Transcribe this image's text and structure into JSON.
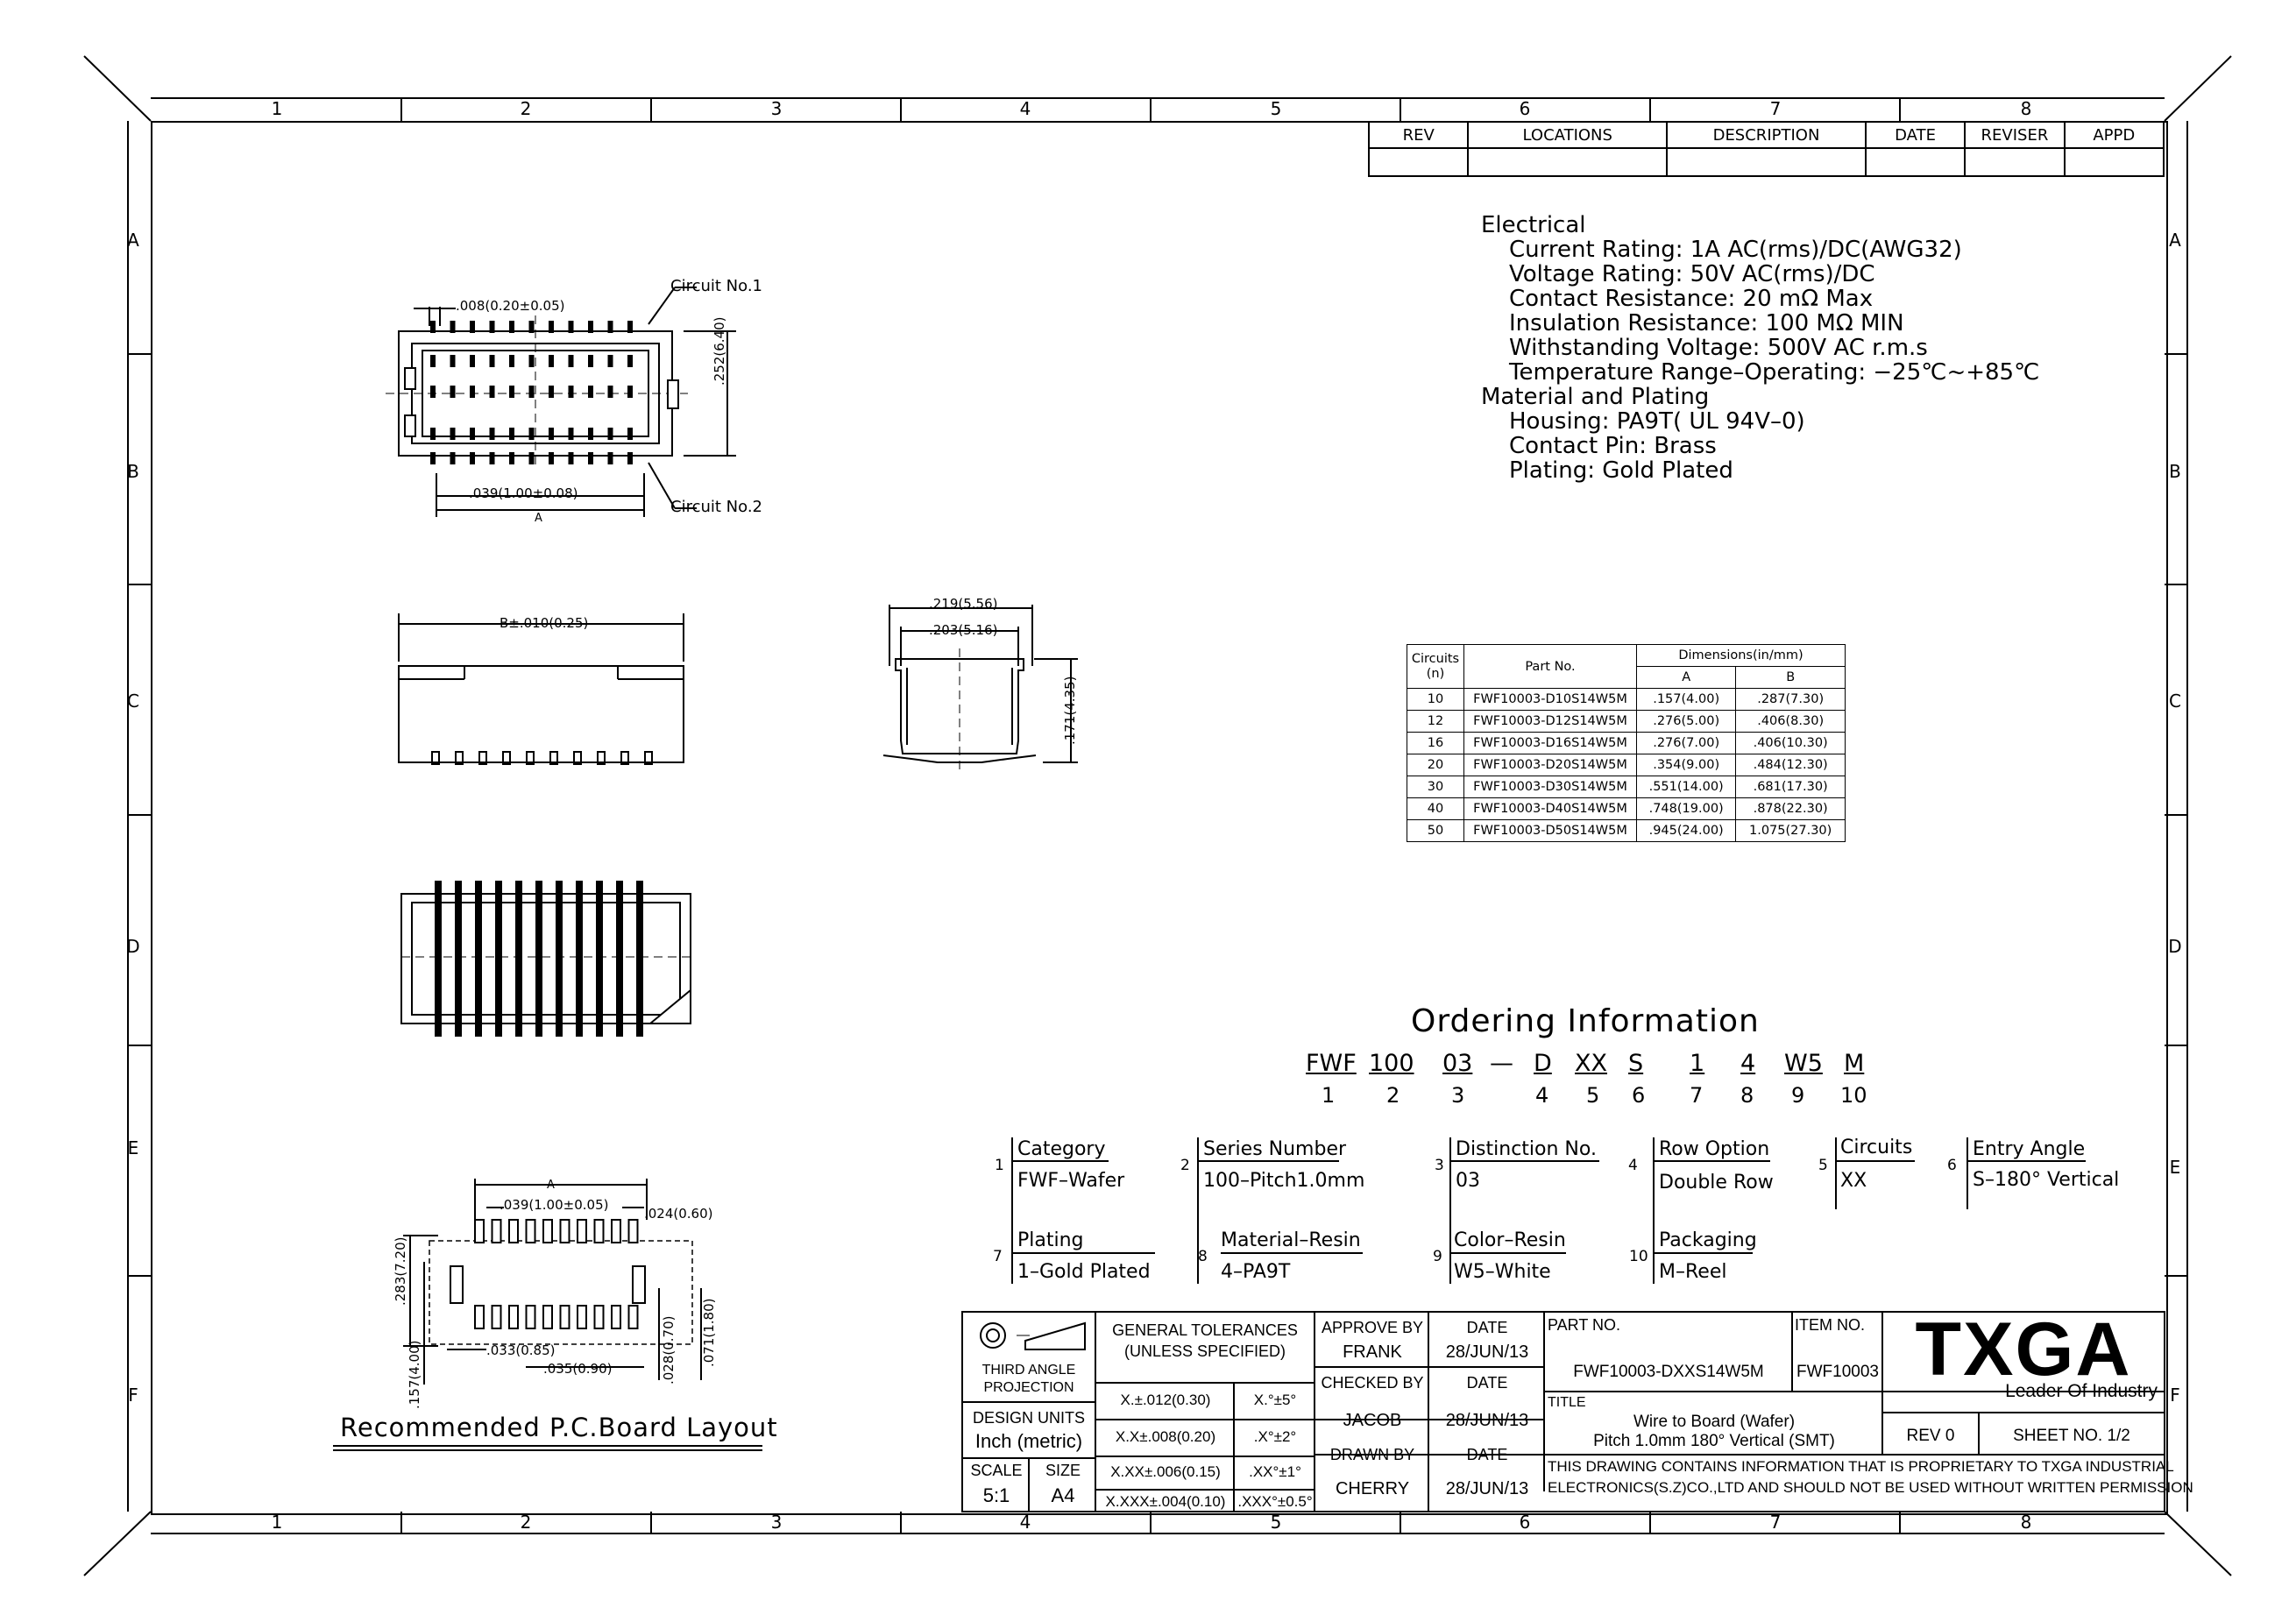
{
  "zones": {
    "columns": [
      "1",
      "2",
      "3",
      "4",
      "5",
      "6",
      "7",
      "8"
    ],
    "rows": [
      "A",
      "B",
      "C",
      "D",
      "E",
      "F"
    ]
  },
  "revision_table": {
    "headers": [
      "REV",
      "LOCATIONS",
      "DESCRIPTION",
      "DATE",
      "REVISER",
      "APPD"
    ]
  },
  "notes": {
    "electrical_title": "Electrical",
    "electrical": [
      "Current Rating: 1A AC(rms)/DC(AWG32)",
      "Voltage Rating: 50V AC(rms)/DC",
      "Contact Resistance: 20 mΩ Max",
      "Insulation Resistance: 100 MΩ MIN",
      "Withstanding Voltage: 500V AC r.m.s",
      "Temperature Range–Operating: −25℃~+85℃"
    ],
    "material_title": "Material and Plating",
    "material": [
      "Housing: PA9T( UL 94V–0)",
      "Contact Pin: Brass",
      "Plating: Gold Plated"
    ]
  },
  "dimension_table": {
    "header_circuits": "Circuits\n(n)",
    "header_part": "Part No.",
    "header_dims": "Dimensions(in/mm)",
    "header_a": "A",
    "header_b": "B",
    "rows": [
      [
        "10",
        "FWF10003-D10S14W5M",
        ".157(4.00)",
        ".287(7.30)"
      ],
      [
        "12",
        "FWF10003-D12S14W5M",
        ".276(5.00)",
        ".406(8.30)"
      ],
      [
        "16",
        "FWF10003-D16S14W5M",
        ".276(7.00)",
        ".406(10.30)"
      ],
      [
        "20",
        "FWF10003-D20S14W5M",
        ".354(9.00)",
        ".484(12.30)"
      ],
      [
        "30",
        "FWF10003-D30S14W5M",
        ".551(14.00)",
        ".681(17.30)"
      ],
      [
        "40",
        "FWF10003-D40S14W5M",
        ".748(19.00)",
        ".878(22.30)"
      ],
      [
        "50",
        "FWF10003-D50S14W5M",
        ".945(24.00)",
        "1.075(27.30)"
      ]
    ]
  },
  "drawing_labels": {
    "circuit1": "Circuit No.1",
    "circuit2": "Circuit No.2",
    "dim_008": ".008(0.20±0.05)",
    "dim_252": ".252(6.40)",
    "dim_039_top": ".039(1.00±0.08)",
    "dim_a": "A",
    "dim_b": "B±.010(0.25)",
    "dim_219": ".219(5.56)",
    "dim_203": ".203(5.16)",
    "dim_171": ".171(4.35)",
    "pcb_a": "A",
    "pcb_039": ".039(1.00±0.05)",
    "pcb_024": ".024(0.60)",
    "pcb_283": ".283(7.20)",
    "pcb_157": ".157(4.00)",
    "pcb_033": ".033(0.85)",
    "pcb_035": ".035(0.90)",
    "pcb_028": ".028(0.70)",
    "pcb_071": ".071(1.80)",
    "pcb_title": "Recommended P.C.Board Layout"
  },
  "ordering": {
    "title": "Ordering Information",
    "codes": [
      "FWF",
      "100",
      "03",
      "—",
      "D",
      "XX",
      "S",
      "1",
      "4",
      "W5",
      "M"
    ],
    "numbers": [
      "1",
      "2",
      "3",
      "4",
      "5",
      "6",
      "7",
      "8",
      "9",
      "10"
    ],
    "options": [
      {
        "n": "1",
        "title": "Category",
        "value": "FWF–Wafer"
      },
      {
        "n": "2",
        "title": "Series Number",
        "value": "100–Pitch1.0mm"
      },
      {
        "n": "3",
        "title": "Distinction No.",
        "value": "03"
      },
      {
        "n": "4",
        "title": "Row Option",
        "value": "Double Row"
      },
      {
        "n": "5",
        "title": "Circuits",
        "value": "XX"
      },
      {
        "n": "6",
        "title": "Entry Angle",
        "value": "S–180° Vertical"
      },
      {
        "n": "7",
        "title": "Plating",
        "value": "1–Gold Plated"
      },
      {
        "n": "8",
        "title": "Material–Resin",
        "value": "4–PA9T"
      },
      {
        "n": "9",
        "title": "Color–Resin",
        "value": "W5–White"
      },
      {
        "n": "10",
        "title": "Packaging",
        "value": "M–Reel"
      }
    ]
  },
  "title_block": {
    "projection_1": "THIRD ANGLE",
    "projection_2": "PROJECTION",
    "design_units_1": "DESIGN UNITS",
    "design_units_2": "Inch (metric)",
    "scale_label": "SCALE",
    "scale_value": "5:1",
    "size_label": "SIZE",
    "size_value": "A4",
    "tol_title_1": "GENERAL TOLERANCES",
    "tol_title_2": "(UNLESS SPECIFIED)",
    "tol_rows": [
      [
        "X.±.012(0.30)",
        "X.°±5°"
      ],
      [
        "X.X±.008(0.20)",
        ".X°±2°"
      ],
      [
        "X.XX±.006(0.15)",
        ".XX°±1°"
      ],
      [
        "X.XXX±.004(0.10)",
        ".XXX°±0.5°"
      ]
    ],
    "approve_label": "APPROVE BY",
    "approve_name": "FRANK",
    "checked_label": "CHECKED BY",
    "checked_name": "JACOB",
    "drawn_label": "DRAWN BY",
    "drawn_name": "CHERRY",
    "date_label": "DATE",
    "date_value": "28/JUN/13",
    "part_label": "PART NO.",
    "part_value": "FWF10003-DXXS14W5M",
    "item_label": "ITEM NO.",
    "item_value": "FWF10003",
    "title_label": "TITLE",
    "title_1": "Wire to Board (Wafer)",
    "title_2": "Pitch 1.0mm 180° Vertical (SMT)",
    "rev": "REV 0",
    "sheet": "SHEET NO. 1/2",
    "logo": "TXGA",
    "slogan": "Leader Of Industry",
    "notice_1": "THIS DRAWING CONTAINS INFORMATION THAT IS PROPRIETARY TO TXGA INDUSTRIAL",
    "notice_2": "ELECTRONICS(S.Z)CO.,LTD AND SHOULD NOT BE USED WITHOUT WRITTEN PERMISSION"
  }
}
